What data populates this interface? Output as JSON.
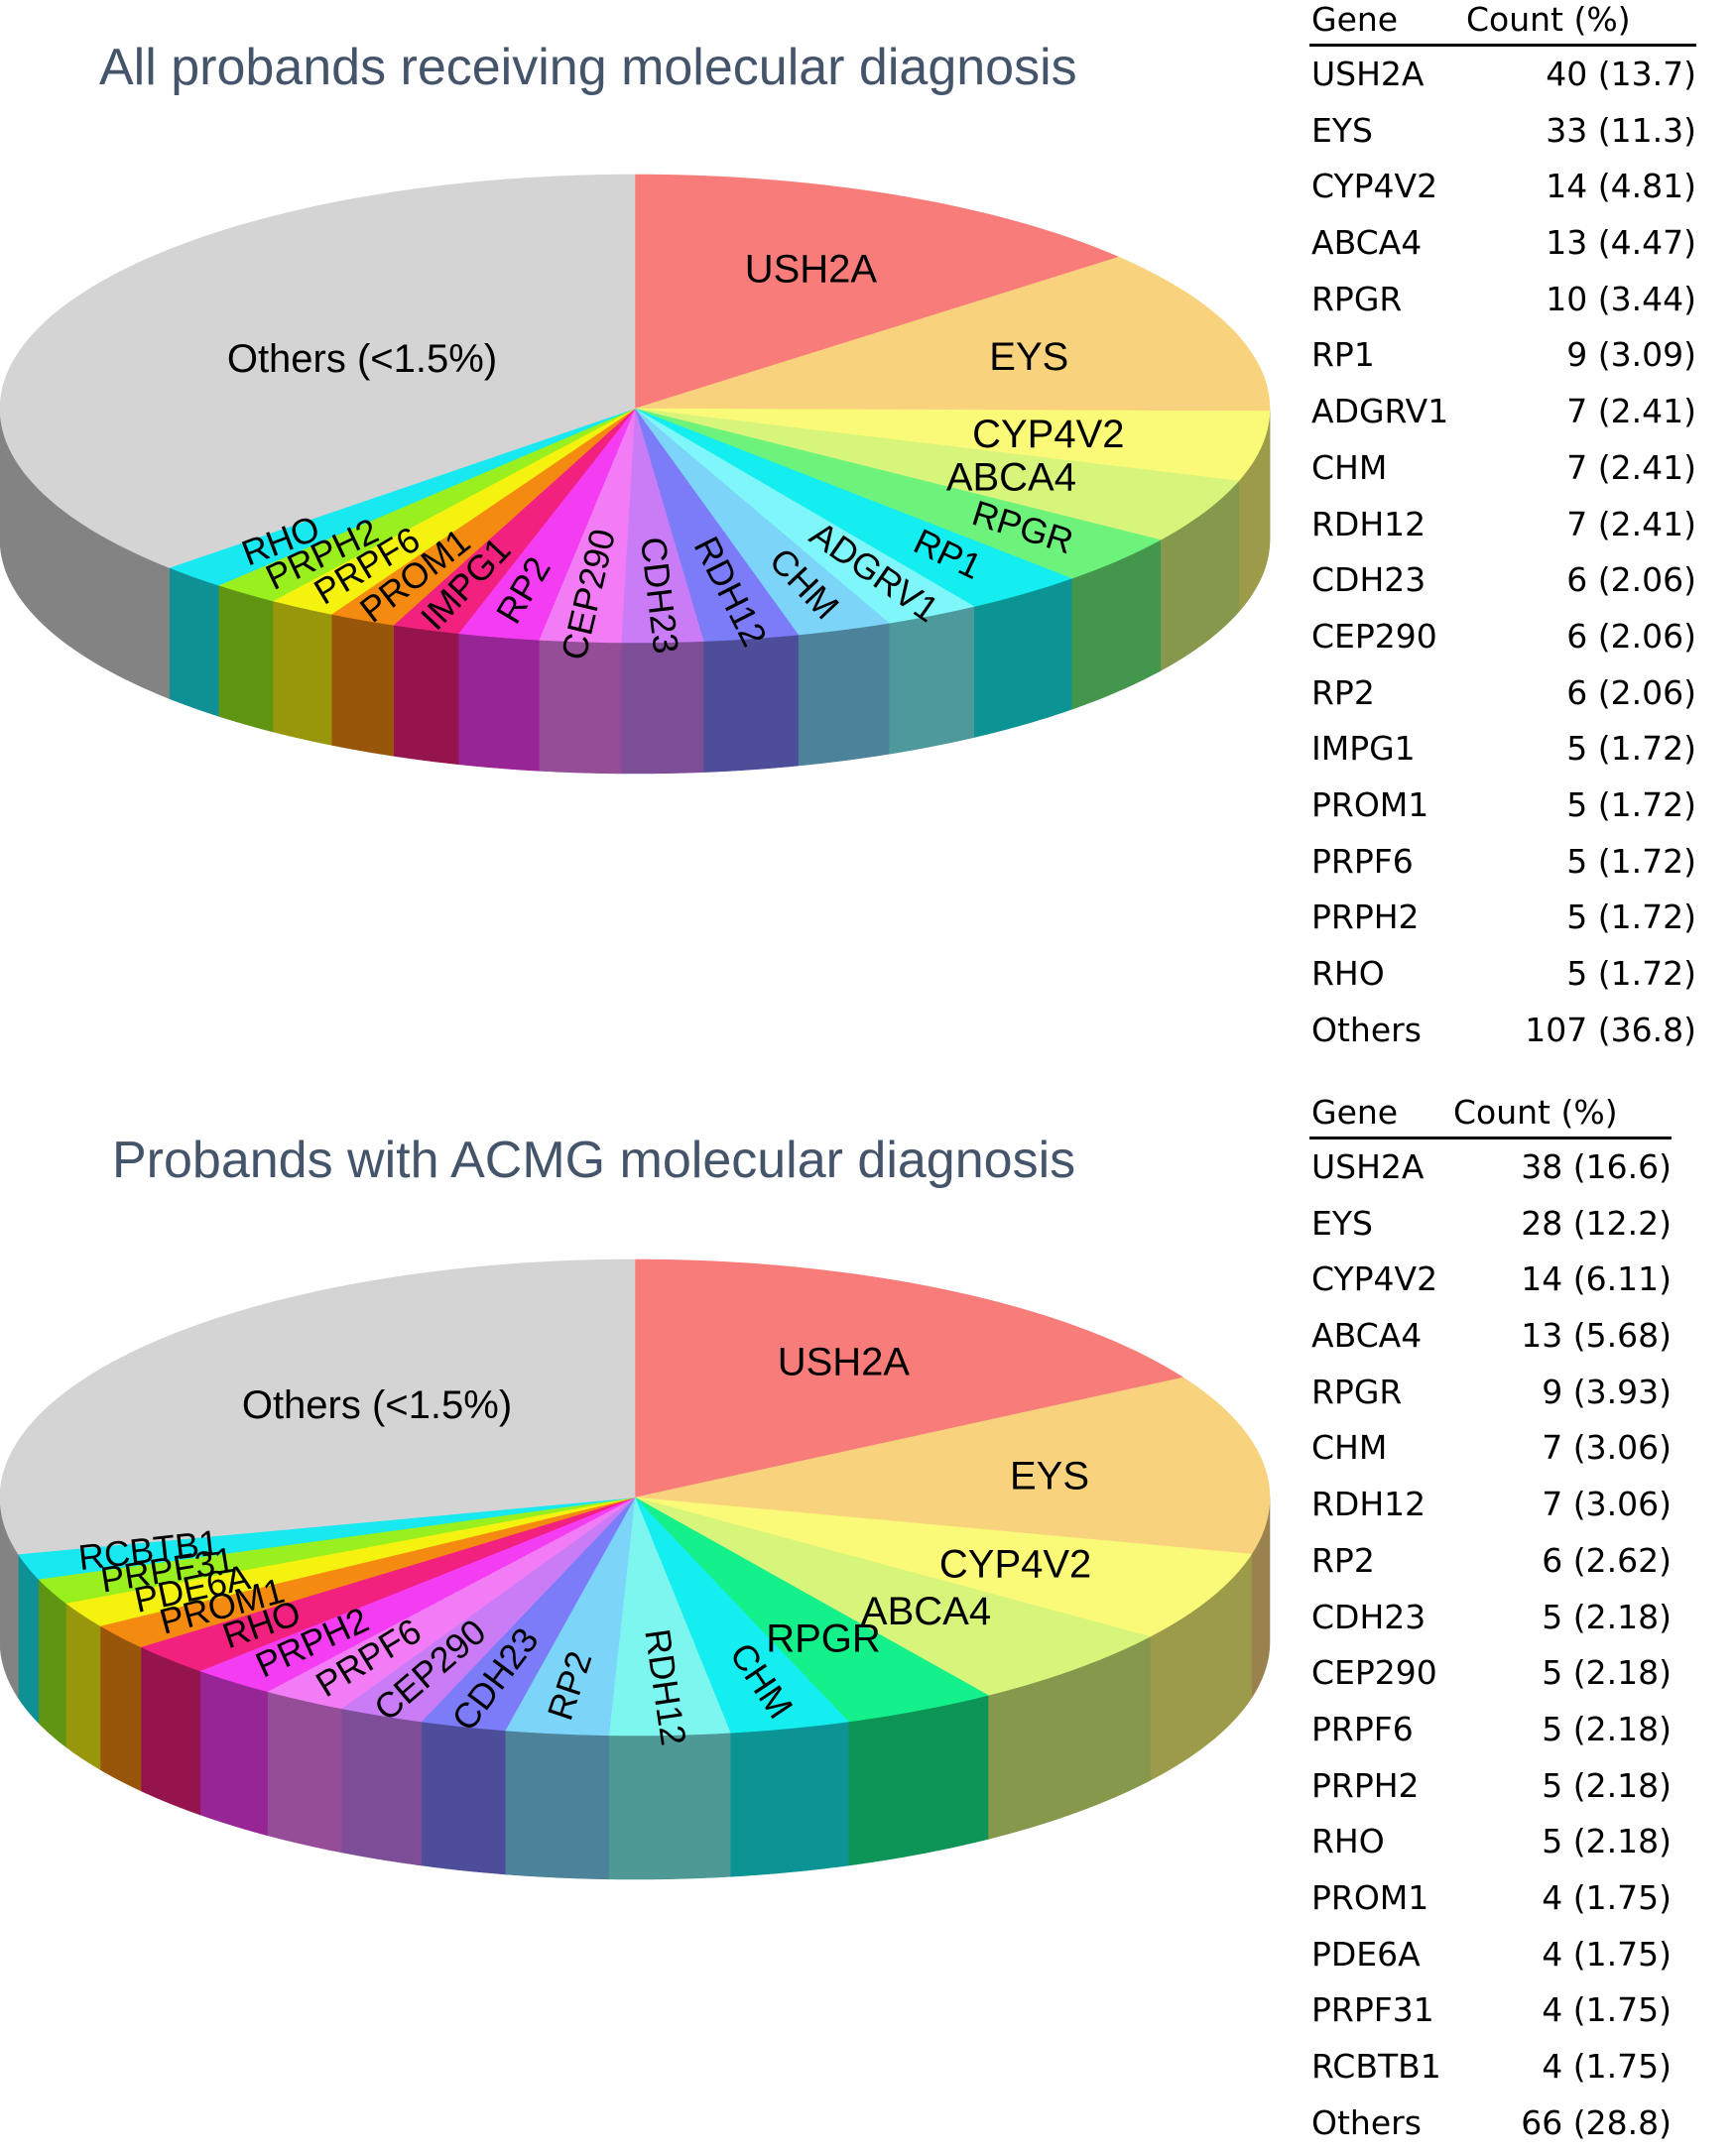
{
  "chart_data": [
    {
      "type": "pie",
      "title": "All probands receiving molecular diagnosis",
      "slices": [
        {
          "label": "USH2A",
          "value": 40,
          "pct": 13.7,
          "color": "#f87d7a"
        },
        {
          "label": "EYS",
          "value": 33,
          "pct": 11.3,
          "color": "#f9d27e"
        },
        {
          "label": "CYP4V2",
          "value": 14,
          "pct": 4.81,
          "color": "#fafa78"
        },
        {
          "label": "ABCA4",
          "value": 13,
          "pct": 4.47,
          "color": "#d6f57a"
        },
        {
          "label": "RPGR",
          "value": 10,
          "pct": 3.44,
          "color": "#6df27c"
        },
        {
          "label": "RP1",
          "value": 9,
          "pct": 3.09,
          "color": "#14eef0"
        },
        {
          "label": "ADGRV1",
          "value": 7,
          "pct": 2.41,
          "color": "#7ef6fa"
        },
        {
          "label": "CHM",
          "value": 7,
          "pct": 2.41,
          "color": "#7cd4f8"
        },
        {
          "label": "RDH12",
          "value": 7,
          "pct": 2.41,
          "color": "#7c7cf8"
        },
        {
          "label": "CDH23",
          "value": 6,
          "pct": 2.06,
          "color": "#c97cf5"
        },
        {
          "label": "CEP290",
          "value": 6,
          "pct": 2.06,
          "color": "#f27cf5"
        },
        {
          "label": "RP2",
          "value": 6,
          "pct": 2.06,
          "color": "#f43cf2"
        },
        {
          "label": "IMPG1",
          "value": 5,
          "pct": 1.72,
          "color": "#f2207e"
        },
        {
          "label": "PROM1",
          "value": 5,
          "pct": 1.72,
          "color": "#f58a10"
        },
        {
          "label": "PRPF6",
          "value": 5,
          "pct": 1.72,
          "color": "#f5f210"
        },
        {
          "label": "PRPH2",
          "value": 5,
          "pct": 1.72,
          "color": "#9af01e"
        },
        {
          "label": "RHO",
          "value": 5,
          "pct": 1.72,
          "color": "#18e8f0"
        },
        {
          "label": "Others (<1.5%)",
          "value": 107,
          "pct": 36.8,
          "color": "#d4d4d4"
        }
      ],
      "table": {
        "header_gene": "Gene",
        "header_count": "Count  (%)",
        "rows": [
          {
            "gene": "USH2A",
            "count": "40 (13.7)"
          },
          {
            "gene": "EYS",
            "count": "33 (11.3)"
          },
          {
            "gene": "CYP4V2",
            "count": "14 (4.81)"
          },
          {
            "gene": "ABCA4",
            "count": "13 (4.47)"
          },
          {
            "gene": "RPGR",
            "count": "10 (3.44)"
          },
          {
            "gene": "RP1",
            "count": "9 (3.09)"
          },
          {
            "gene": "ADGRV1",
            "count": "7 (2.41)"
          },
          {
            "gene": "CHM",
            "count": "7 (2.41)"
          },
          {
            "gene": "RDH12",
            "count": "7 (2.41)"
          },
          {
            "gene": "CDH23",
            "count": "6 (2.06)"
          },
          {
            "gene": "CEP290",
            "count": "6 (2.06)"
          },
          {
            "gene": "RP2",
            "count": "6 (2.06)"
          },
          {
            "gene": "IMPG1",
            "count": "5 (1.72)"
          },
          {
            "gene": "PROM1",
            "count": "5 (1.72)"
          },
          {
            "gene": "PRPF6",
            "count": "5 (1.72)"
          },
          {
            "gene": "PRPH2",
            "count": "5 (1.72)"
          },
          {
            "gene": "RHO",
            "count": "5 (1.72)"
          },
          {
            "gene": "Others",
            "count": "107 (36.8)"
          }
        ]
      }
    },
    {
      "type": "pie",
      "title": "Probands with ACMG molecular diagnosis",
      "slices": [
        {
          "label": "USH2A",
          "value": 38,
          "pct": 16.6,
          "color": "#f87d7a"
        },
        {
          "label": "EYS",
          "value": 28,
          "pct": 12.2,
          "color": "#f9d27e"
        },
        {
          "label": "CYP4V2",
          "value": 14,
          "pct": 6.11,
          "color": "#fafa78"
        },
        {
          "label": "ABCA4",
          "value": 13,
          "pct": 5.68,
          "color": "#d6f57a"
        },
        {
          "label": "RPGR",
          "value": 9,
          "pct": 3.93,
          "color": "#14f08a"
        },
        {
          "label": "CHM",
          "value": 7,
          "pct": 3.06,
          "color": "#14eef0"
        },
        {
          "label": "RDH12",
          "value": 7,
          "pct": 3.06,
          "color": "#7ef6f0"
        },
        {
          "label": "RP2",
          "value": 6,
          "pct": 2.62,
          "color": "#7cd4f8"
        },
        {
          "label": "CDH23",
          "value": 5,
          "pct": 2.18,
          "color": "#7c7cf8"
        },
        {
          "label": "CEP290",
          "value": 5,
          "pct": 2.18,
          "color": "#c97cf5"
        },
        {
          "label": "PRPF6",
          "value": 5,
          "pct": 2.18,
          "color": "#f27cf5"
        },
        {
          "label": "PRPH2",
          "value": 5,
          "pct": 2.18,
          "color": "#f43cf2"
        },
        {
          "label": "RHO",
          "value": 5,
          "pct": 2.18,
          "color": "#f2207e"
        },
        {
          "label": "PROM1",
          "value": 4,
          "pct": 1.75,
          "color": "#f58a10"
        },
        {
          "label": "PDE6A",
          "value": 4,
          "pct": 1.75,
          "color": "#f5f210"
        },
        {
          "label": "PRPF31",
          "value": 4,
          "pct": 1.75,
          "color": "#9af01e"
        },
        {
          "label": "RCBTB1",
          "value": 4,
          "pct": 1.75,
          "color": "#18e8f0"
        },
        {
          "label": "Others (<1.5%)",
          "value": 66,
          "pct": 28.8,
          "color": "#d4d4d4"
        }
      ],
      "table": {
        "header_gene": "Gene",
        "header_count": "Count (%)",
        "rows": [
          {
            "gene": "USH2A",
            "count": "38 (16.6)"
          },
          {
            "gene": "EYS",
            "count": "28 (12.2)"
          },
          {
            "gene": "CYP4V2",
            "count": "14 (6.11)"
          },
          {
            "gene": "ABCA4",
            "count": "13 (5.68)"
          },
          {
            "gene": "RPGR",
            "count": "9 (3.93)"
          },
          {
            "gene": "CHM",
            "count": "7 (3.06)"
          },
          {
            "gene": "RDH12",
            "count": "7 (3.06)"
          },
          {
            "gene": "RP2",
            "count": "6 (2.62)"
          },
          {
            "gene": "CDH23",
            "count": "5 (2.18)"
          },
          {
            "gene": "CEP290",
            "count": "5 (2.18)"
          },
          {
            "gene": "PRPF6",
            "count": "5 (2.18)"
          },
          {
            "gene": "PRPH2",
            "count": "5 (2.18)"
          },
          {
            "gene": "RHO",
            "count": "5 (2.18)"
          },
          {
            "gene": "PROM1",
            "count": "4 (1.75)"
          },
          {
            "gene": "PDE6A",
            "count": "4 (1.75)"
          },
          {
            "gene": "PRPF31",
            "count": "4 (1.75)"
          },
          {
            "gene": "RCBTB1",
            "count": "4 (1.75)"
          },
          {
            "gene": "Others",
            "count": "66 (28.8)"
          }
        ]
      }
    }
  ]
}
